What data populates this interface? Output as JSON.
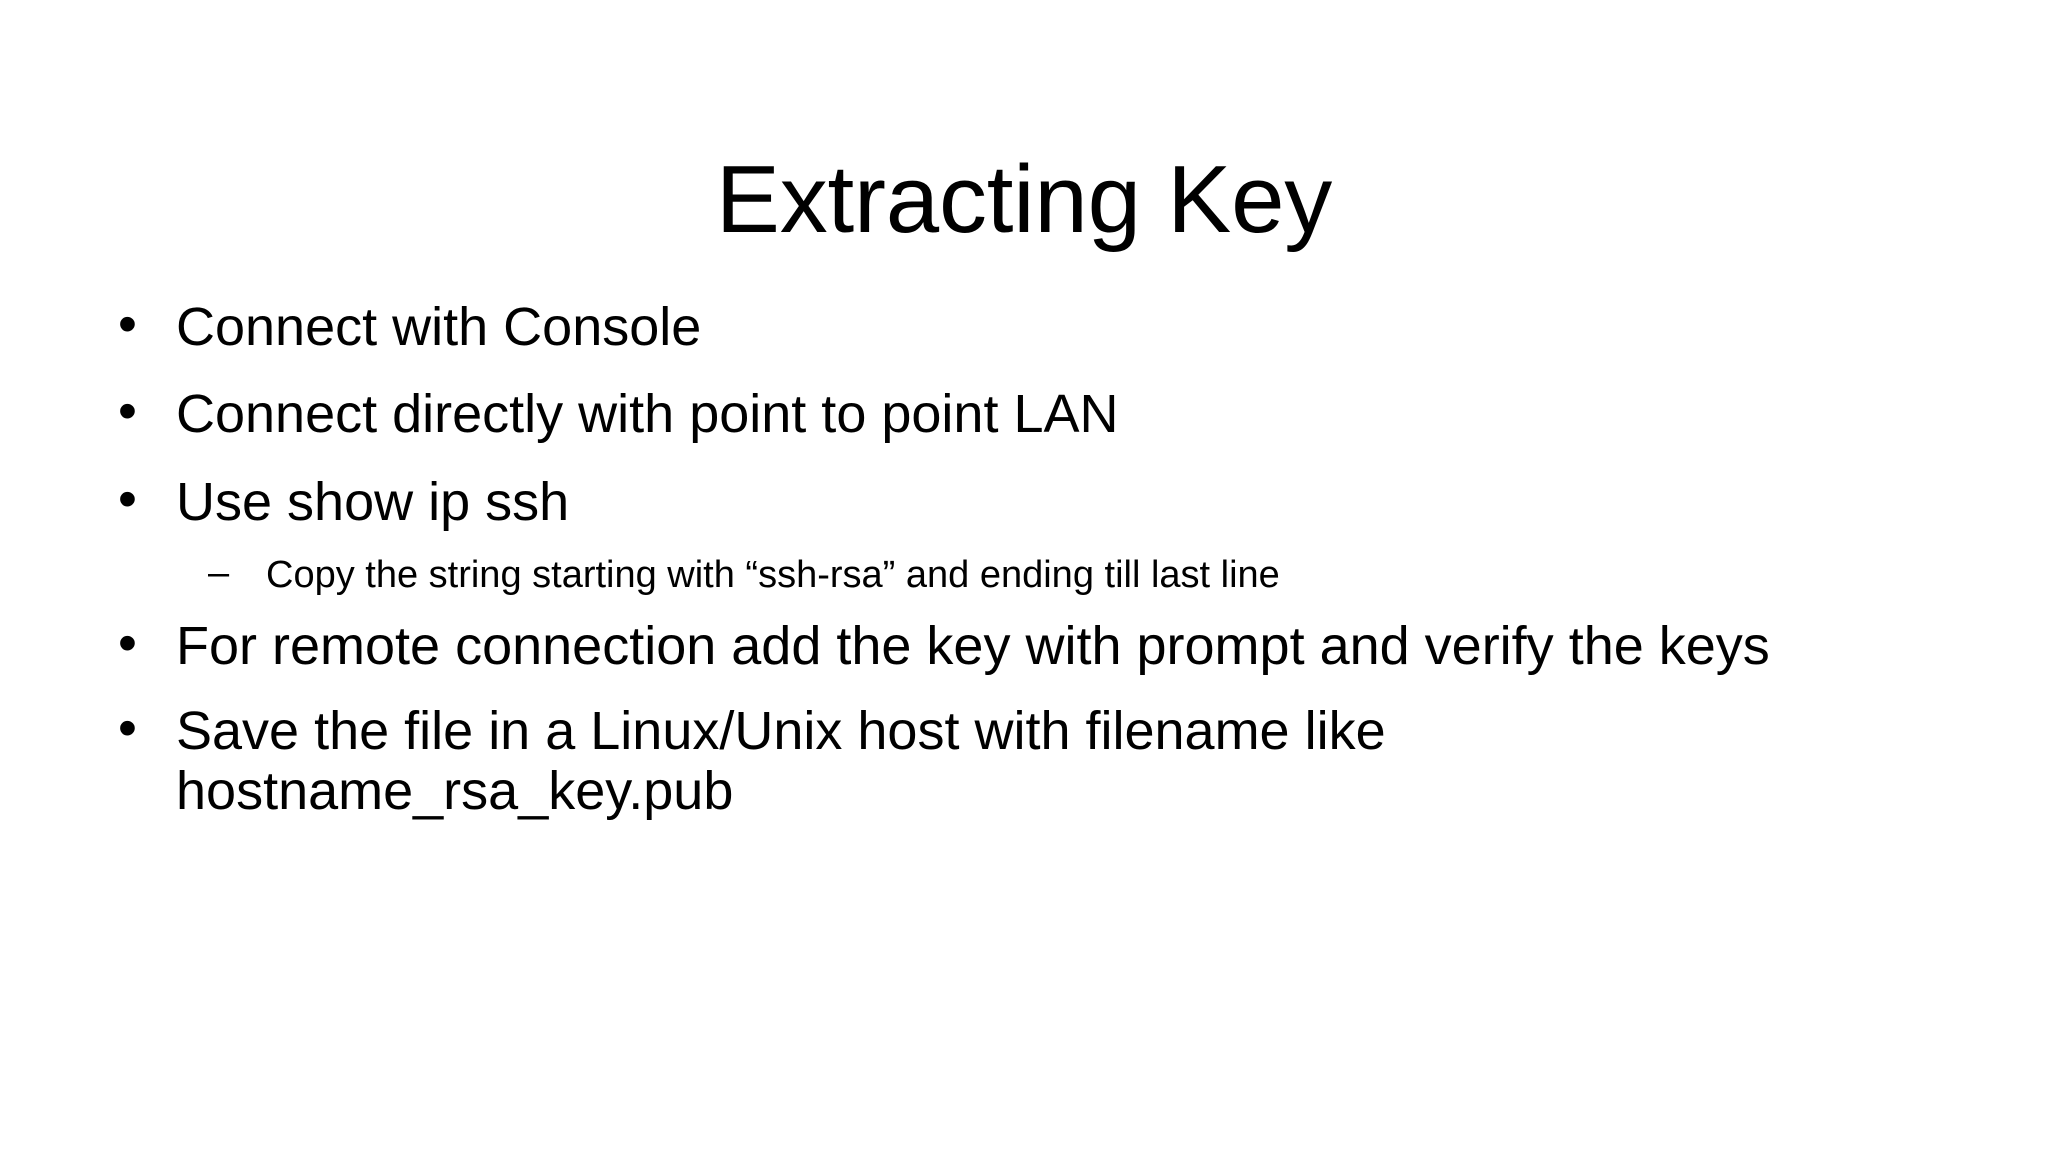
{
  "slide": {
    "title": "Extracting Key",
    "background_color": "#ffffff",
    "text_color": "#000000",
    "bullets": [
      {
        "level": 1,
        "marker": "•",
        "text": "Connect with Console"
      },
      {
        "level": 1,
        "marker": "•",
        "text": "Connect directly with point to point LAN"
      },
      {
        "level": 1,
        "marker": "•",
        "text": "Use show ip ssh"
      },
      {
        "level": 2,
        "marker": "–",
        "text": "Copy the string starting with “ssh-rsa” and ending till last line"
      },
      {
        "level": 1,
        "marker": "•",
        "text": "For remote connection add the key with prompt and verify the keys"
      },
      {
        "level": 1,
        "marker": "•",
        "text": "Save the file in a Linux/Unix host with filename like hostname_rsa_key.pub"
      }
    ]
  }
}
